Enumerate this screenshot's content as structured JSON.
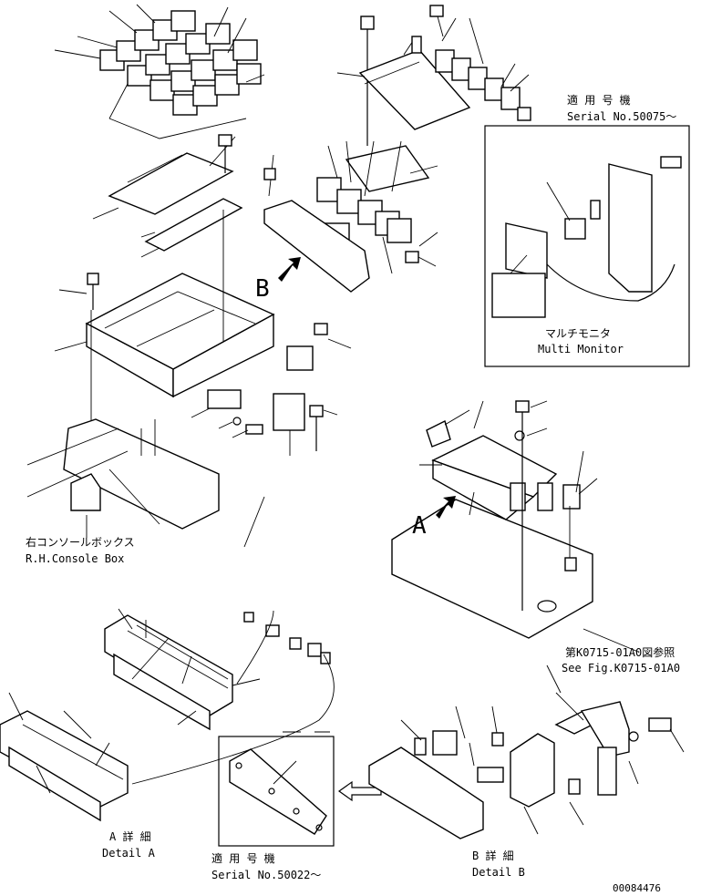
{
  "labels": {
    "serial_top_jp": "適 用 号 機",
    "serial_top_en": "Serial No.50075～",
    "multi_monitor_jp": "マルチモニタ",
    "multi_monitor_en": "Multi Monitor",
    "console_box_jp": "右コンソールボックス",
    "console_box_en": "R.H.Console Box",
    "ref_jp": "第K0715-01A0図参照",
    "ref_en": "See Fig.K0715-01A0",
    "detail_a_jp": "A 詳 細",
    "detail_a_en": "Detail A",
    "serial_bottom_jp": "適 用 号 機",
    "serial_bottom_en": "Serial No.50022～",
    "detail_b_jp": "B 詳 細",
    "detail_b_en": "Detail B",
    "marker_a": "A",
    "marker_b": "B",
    "drawing_number": "00084476"
  }
}
